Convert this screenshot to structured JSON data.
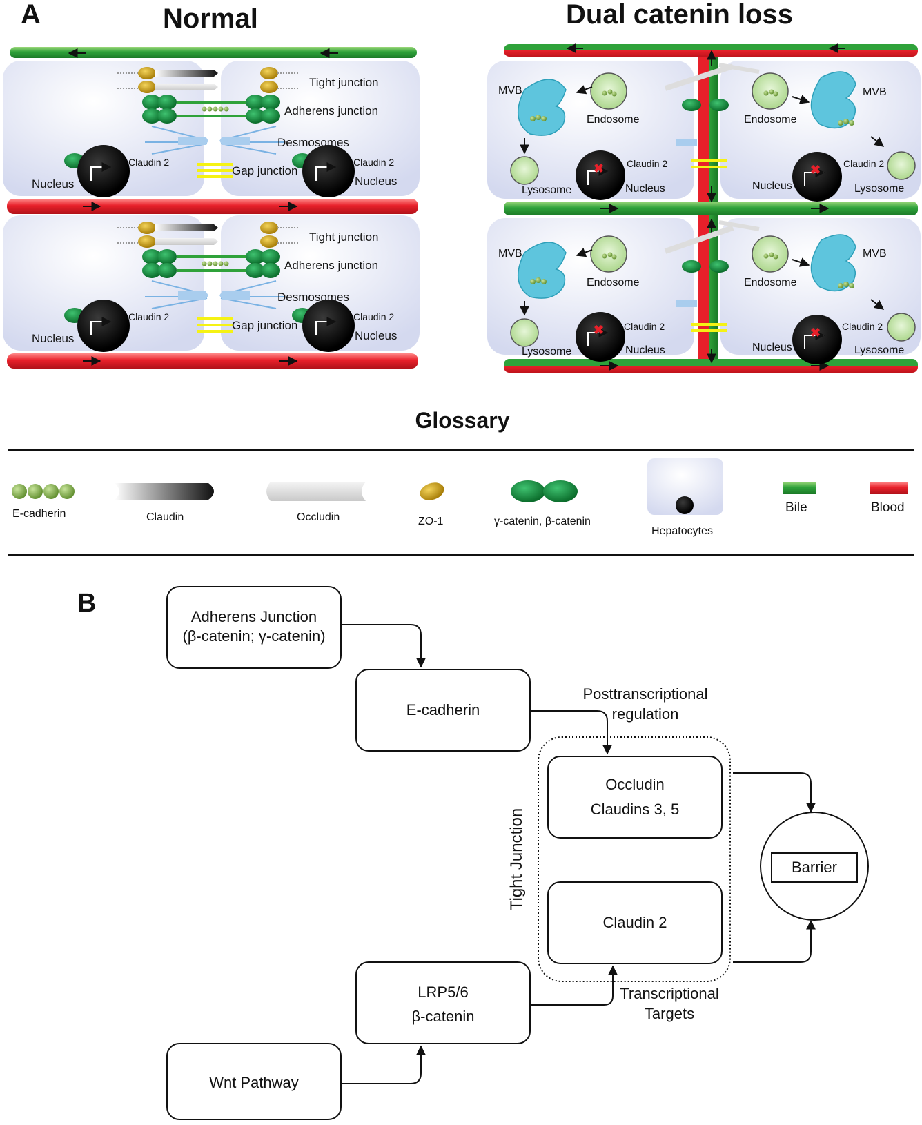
{
  "panel_a": {
    "letter": "A",
    "normal": {
      "title": "Normal",
      "tight_junction": "Tight junction",
      "adherens_junction": "Adherens junction",
      "desmosomes": "Desmosomes",
      "gap_junction": "Gap junction",
      "claudin2": "Claudin 2",
      "nucleus": "Nucleus"
    },
    "dual": {
      "title": "Dual catenin loss",
      "mvb": "MVB",
      "endosome": "Endosome",
      "lysosome": "Lysosome",
      "claudin2": "Claudin 2",
      "nucleus": "Nucleus"
    }
  },
  "glossary": {
    "title": "Glossary",
    "items": [
      {
        "label": "E-cadherin"
      },
      {
        "label": "Claudin"
      },
      {
        "label": "Occludin"
      },
      {
        "label": "ZO-1"
      },
      {
        "label": "γ-catenin, β-catenin"
      },
      {
        "label": "Hepatocytes"
      },
      {
        "label": "Bile"
      },
      {
        "label": "Blood"
      }
    ]
  },
  "panel_b": {
    "letter": "B",
    "adherens": {
      "line1": "Adherens Junction",
      "line2": "(β-catenin; γ-catenin)"
    },
    "ecadherin": "E-cadherin",
    "posttranscriptional": {
      "line1": "Posttranscriptional",
      "line2": "regulation"
    },
    "occludin": {
      "line1": "Occludin",
      "line2": "Claudins 3, 5"
    },
    "claudin2": "Claudin  2",
    "tight_junction": "Tight Junction",
    "barrier": "Barrier",
    "lrp": {
      "line1": "LRP5/6",
      "line2": "β-catenin"
    },
    "transcriptional": {
      "line1": "Transcriptional",
      "line2": "Targets"
    },
    "wnt": "Wnt Pathway"
  },
  "colors": {
    "bile": "#2e9d3a",
    "blood": "#e8202a",
    "cell": "#dfe3f3",
    "catenin": "#138a3a",
    "zo1": "#c8a018"
  }
}
